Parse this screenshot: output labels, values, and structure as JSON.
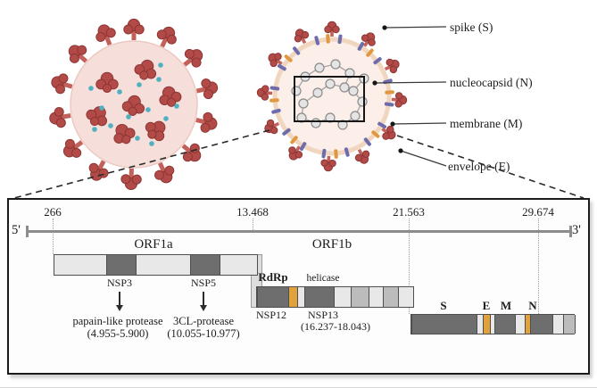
{
  "virus_labels": {
    "spike": "spike (S)",
    "nucleocapsid": "nucleocapsid (N)",
    "membrane": "membrane (M)",
    "envelope": "envelope (E)"
  },
  "genome": {
    "five_prime_label": "5'",
    "three_prime_label": "3'",
    "positions": [
      "266",
      "13.468",
      "21.563",
      "29.674"
    ],
    "orf1a_label": "ORF1a",
    "orf1b_label": "ORF1b",
    "nsp3_label": "NSP3",
    "nsp5_label": "NSP5",
    "rdrp_label": "RdRp",
    "helicase_label": "helicase",
    "nsp12_label": "NSP12",
    "nsp13_label": "NSP13",
    "nsp13_range": "(16.237-18.043)",
    "gene_s": "S",
    "gene_e": "E",
    "gene_m": "M",
    "gene_n": "N",
    "papain_label": "papain-like protease",
    "papain_range": "(4.955-5.900)",
    "protease_3cl_label": "3CL-protease",
    "protease_3cl_range": "(10.055-10.977)"
  },
  "colors": {
    "spike_red": "#b24a47",
    "body_pink": "#f6dfda",
    "membrane_purple": "#6d6dae",
    "envelope_orange": "#e0983f",
    "nucleocapsid_gray": "#e4e4e4",
    "dark_segment": "#6e6e6e",
    "mid_segment": "#bcbcbc",
    "accent_orange": "#e2a23b",
    "axis_gray": "#8c8c8c"
  }
}
